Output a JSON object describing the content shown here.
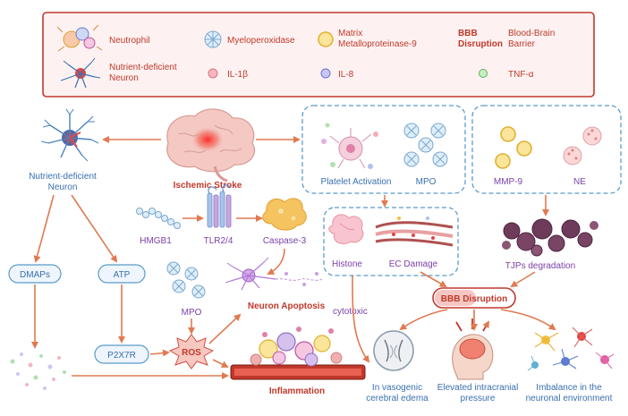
{
  "legend": {
    "neutrophil": "Neutrophil",
    "nutrient_neuron_l1": "Nutrient-deficient",
    "nutrient_neuron_l2": "Neuron",
    "mpo": "Myeloperoxidase",
    "mmp9_l1": "Matrix",
    "mmp9_l2": "Metalloproteinase-9",
    "bbb_l1": "BBB",
    "bbb_l2": "Disruption",
    "bbb_desc_l1": "Blood-Brain",
    "bbb_desc_l2": "Barrier",
    "il1b": "IL-1β",
    "il8": "IL-8",
    "tnfa": "TNF-α"
  },
  "nodes": {
    "ischemic_stroke": "Ischemic Stroke",
    "nutrient_neuron_l1": "Nutrient-deficient",
    "nutrient_neuron_l2": "Neuron",
    "platelet_activation": "Platelet Activation",
    "mpo_top": "MPO",
    "mmp9": "MMP-9",
    "ne": "NE",
    "hmgb1": "HMGB1",
    "tlr": "TLR2/4",
    "caspase3": "Caspase-3",
    "histone": "Histone",
    "ec_damage": "EC Damage",
    "tjps": "TJPs degradation",
    "dmaps": "DMAPs",
    "atp": "ATP",
    "mpo_mid": "MPO",
    "neuron_apoptosis": "Neuron Apoptosis",
    "cytotoxic": "cytotoxic",
    "bbb_disruption": "BBB Disruption",
    "p2x7r": "P2X7R",
    "ros": "ROS",
    "inflammation": "Inflammation",
    "edema_l1": "In vasogenic",
    "edema_l2": "cerebral edema",
    "icp_l1": "Elevated intracranial",
    "icp_l2": "pressure",
    "imbalance_l1": "Imbalance in the",
    "imbalance_l2": "neuronal environment"
  },
  "colors": {
    "arrow": "#e07a50",
    "red_text": "#c0392b",
    "blue_text": "#3a6fb0",
    "purple_text": "#7a3fa8",
    "legend_border": "#c0392b",
    "dashed_box": "#5b9bc9"
  }
}
